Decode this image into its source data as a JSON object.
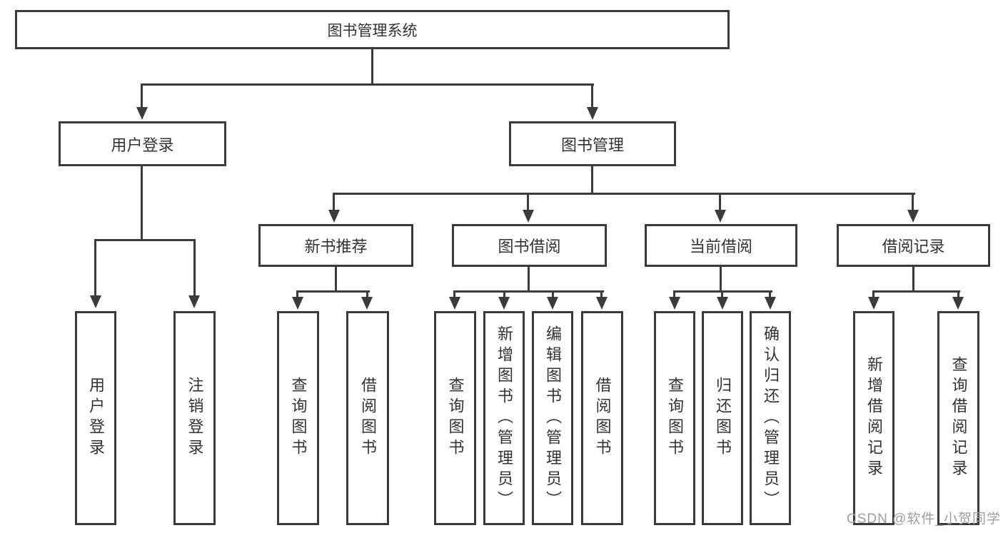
{
  "diagram": {
    "title": "图书管理系统",
    "watermark": "CSDN @软件_小贺同学",
    "colors": {
      "line": "#3b3b3b",
      "text": "#333333",
      "background": "#ffffff",
      "watermark": "#9e9e9e"
    },
    "nodes": {
      "root": "图书管理系统",
      "user_login": "用户登录",
      "book_mgmt": "图书管理",
      "new_book_rec": "新书推荐",
      "book_borrow": "图书借阅",
      "current_borrow": "当前借阅",
      "borrow_record": "借阅记录",
      "l4_user_login": "用户登录",
      "l4_logout": "注销登录",
      "l4_query_book_a": "查询图书",
      "l4_borrow_book_a": "借阅图书",
      "l4_query_book_b": "查询图书",
      "l4_add_book": "新增图书（管理员）",
      "l4_edit_book": "编辑图书（管理员）",
      "l4_borrow_book_b": "借阅图书",
      "l4_query_book_c": "查询图书",
      "l4_return_book": "归还图书",
      "l4_confirm_return": "确认归还（管理员）",
      "l4_add_record": "新增借阅记录",
      "l4_query_record": "查询借阅记录"
    }
  }
}
